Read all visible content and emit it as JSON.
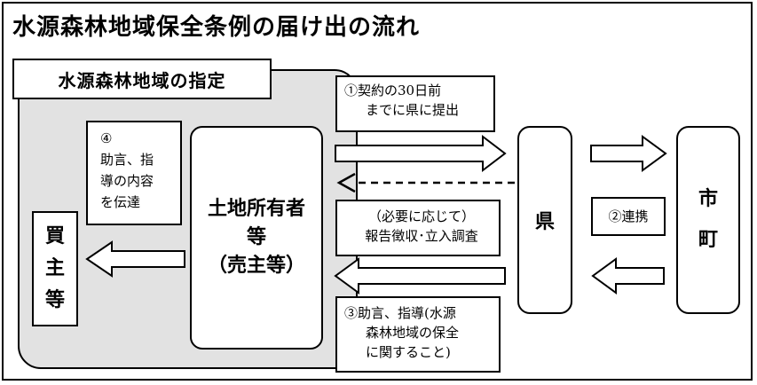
{
  "title": "水源森林地域保全条例の届け出の流れ",
  "zone_label": "水源森林地域の指定",
  "nodes": {
    "buyer": [
      "買",
      "主",
      "等"
    ],
    "owner": [
      "土地所有者",
      "等",
      "（売主等）"
    ],
    "prefecture": "県",
    "city": [
      "市",
      "町"
    ]
  },
  "notes": {
    "step4": [
      "④",
      "助言、指",
      "導の内容",
      "を伝達"
    ],
    "step1": [
      "①契約の30日前",
      "までに県に提出"
    ],
    "report": [
      "（必要に応じて）",
      "報告徴収･立入調査"
    ],
    "step3": [
      "③助言、指導(水源",
      "森林地域の保全",
      "に関すること)"
    ],
    "step2": "②連携"
  }
}
